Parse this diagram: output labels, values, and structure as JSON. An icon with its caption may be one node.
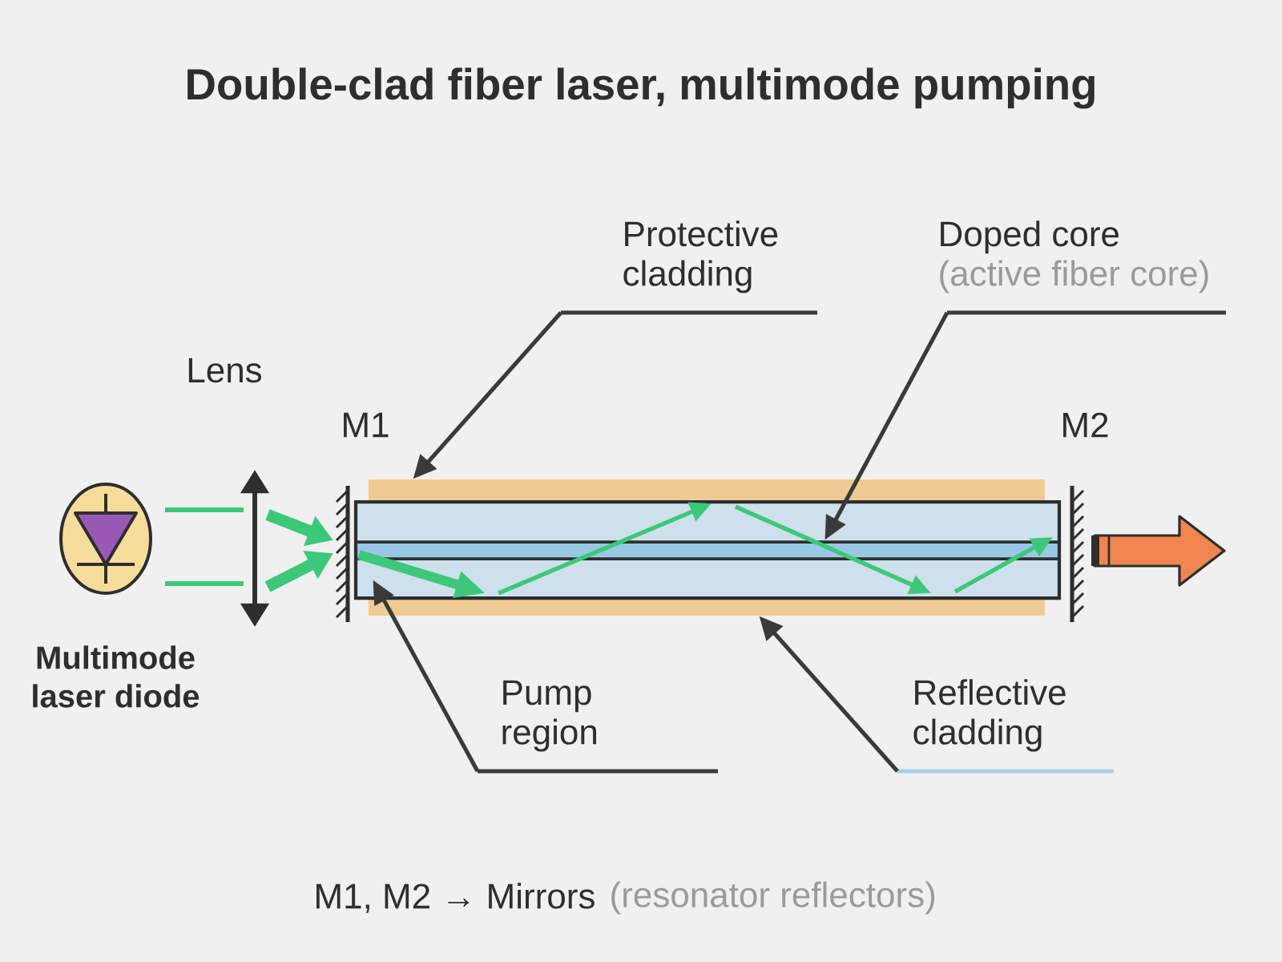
{
  "diagram": {
    "title": "Double-clad fiber laser, multimode pumping",
    "caption": "M1, M2 → Mirrors",
    "nodes": [
      {
        "text": [
          "Protective cladding"
        ]
      },
      {
        "text": [
          "Doped core",
          "(active fiber core)"
        ]
      },
      {
        "text": [],
        "shape": "bar"
      },
      {
        "text": [
          "Pump region"
        ]
      },
      {
        "text": [
          "Reflective cladding"
        ]
      }
    ],
    "edges": [
      {
        "from": 0,
        "to": 2,
        "arrow": "to"
      },
      {
        "from": 1,
        "to": 2,
        "arrow": "to"
      },
      {
        "from": 3,
        "to": 2,
        "arrow": "to"
      },
      {
        "from": 4,
        "to": 2,
        "arrow": "to"
      }
    ],
    "labels": [
      "Lens",
      "M1",
      "M2",
      "Multimode laser diode",
      "(resonator reflectors)"
    ]
  }
}
